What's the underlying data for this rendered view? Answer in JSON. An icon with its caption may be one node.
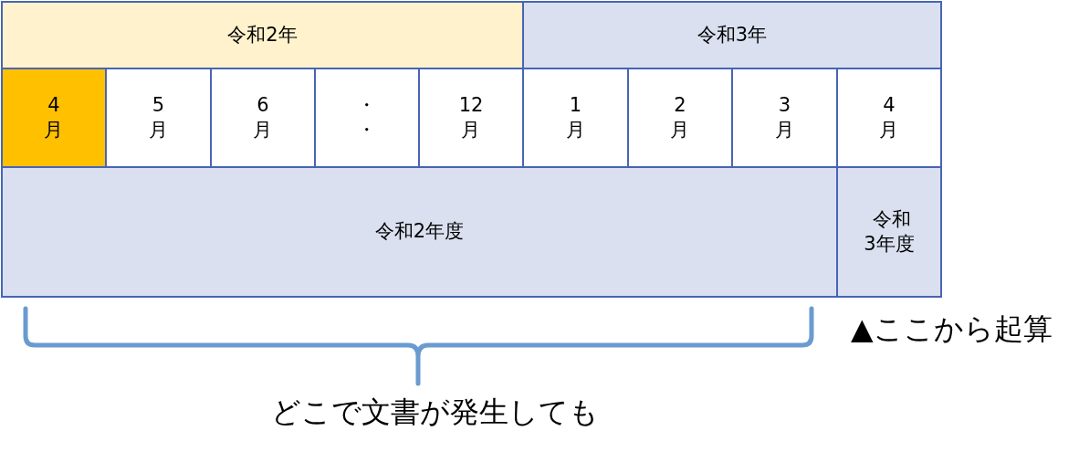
{
  "diagram": {
    "nodes": [
      {
        "text": [
          "令和2年"
        ]
      },
      {
        "text": [
          "令和3年"
        ]
      },
      {
        "text": [
          "4月"
        ]
      },
      {
        "text": [
          "5月"
        ]
      },
      {
        "text": [
          "6月"
        ]
      },
      {
        "text": [
          "・・"
        ]
      },
      {
        "text": [
          "12月"
        ]
      },
      {
        "text": [
          "1月"
        ]
      },
      {
        "text": [
          "2月"
        ]
      },
      {
        "text": [
          "3月"
        ]
      },
      {
        "text": [
          "4月"
        ]
      },
      {
        "text": [
          "令和2年度"
        ]
      },
      {
        "text": [
          "令和3年度"
        ]
      }
    ],
    "labels": [
      "▲ここから起算",
      "どこで文書が発生しても"
    ]
  }
}
